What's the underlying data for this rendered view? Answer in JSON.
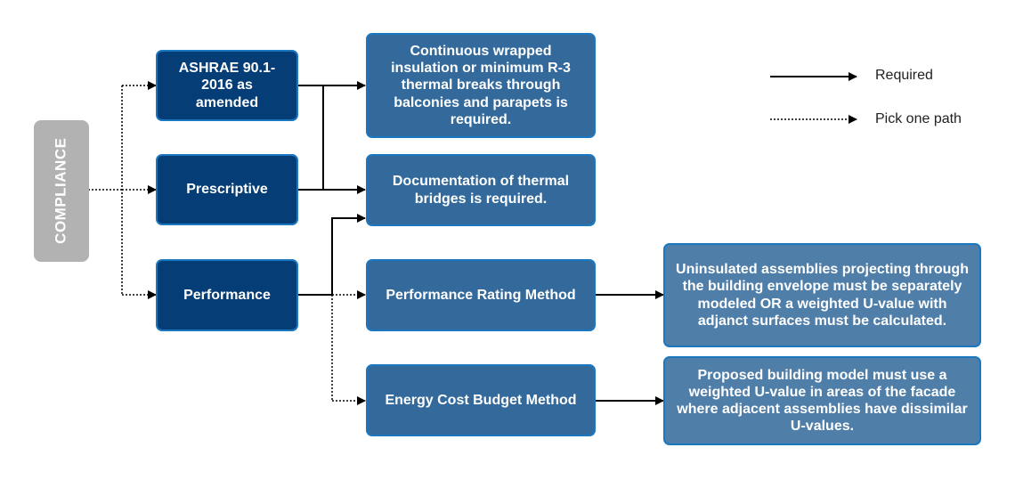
{
  "nodes": {
    "compliance": "COMPLIANCE",
    "ashrae": "ASHRAE 90.1-2016 as amended",
    "prescriptive": "Prescriptive",
    "performance": "Performance",
    "continuous": "Continuous wrapped insulation or minimum R-3 thermal breaks through balconies and parapets is required.",
    "documentation": "Documentation of thermal bridges is required.",
    "prm": "Performance Rating Method",
    "ecb": "Energy Cost Budget Method",
    "prm_note": "Uninsulated assemblies projecting through the building envelope must be separately modeled OR a weighted U-value with adjanct surfaces must be calculated.",
    "ecb_note": "Proposed building model must use a weighted U-value in areas of the facade where adjacent assemblies have dissimilar U-values."
  },
  "legend": {
    "required": "Required",
    "pick_one": "Pick one path"
  },
  "colors": {
    "dark_box": "#053d76",
    "mid_box": "#336a9b",
    "light_box": "#4f7ea9",
    "border": "#1b78c0",
    "compliance_box": "#b2b2b2",
    "connector": "#000000"
  }
}
